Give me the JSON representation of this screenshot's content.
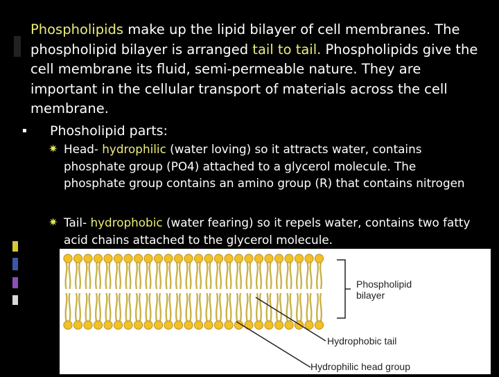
{
  "paragraph": {
    "term1": "Phospholipids",
    "text1": " make up the lipid bilayer of cell membranes. The phospholipid bilayer is arranged ",
    "term2": "tail to tail.",
    "text2": " Phospholipids give the cell membrane its fluid, semi-permeable nature. They are important in the cellular transport of materials across the cell membrane."
  },
  "bullet": {
    "label": "Phosholipid parts:"
  },
  "subbullets": [
    {
      "prefix": "Head- ",
      "term": "hydrophilic",
      "text": " (water loving) so it attracts water, contains phosphate group (PO4) attached to a glycerol molecule. The phosphate group contains an amino group (R) that contains nitrogen"
    },
    {
      "prefix": "Tail- ",
      "term": "hydrophobic",
      "text": " (water fearing) so it repels water, contains two fatty acid chains attached to the glycerol molecule."
    }
  ],
  "figure": {
    "labels": {
      "bilayer": "Phospholipid bilayer",
      "tail": "Hydrophobic tail",
      "head": "Hydrophilic head group"
    }
  },
  "colors": {
    "highlight": "#ecec7a",
    "head": "#f2c027",
    "tail": "#c9b24a",
    "background": "#000000"
  }
}
